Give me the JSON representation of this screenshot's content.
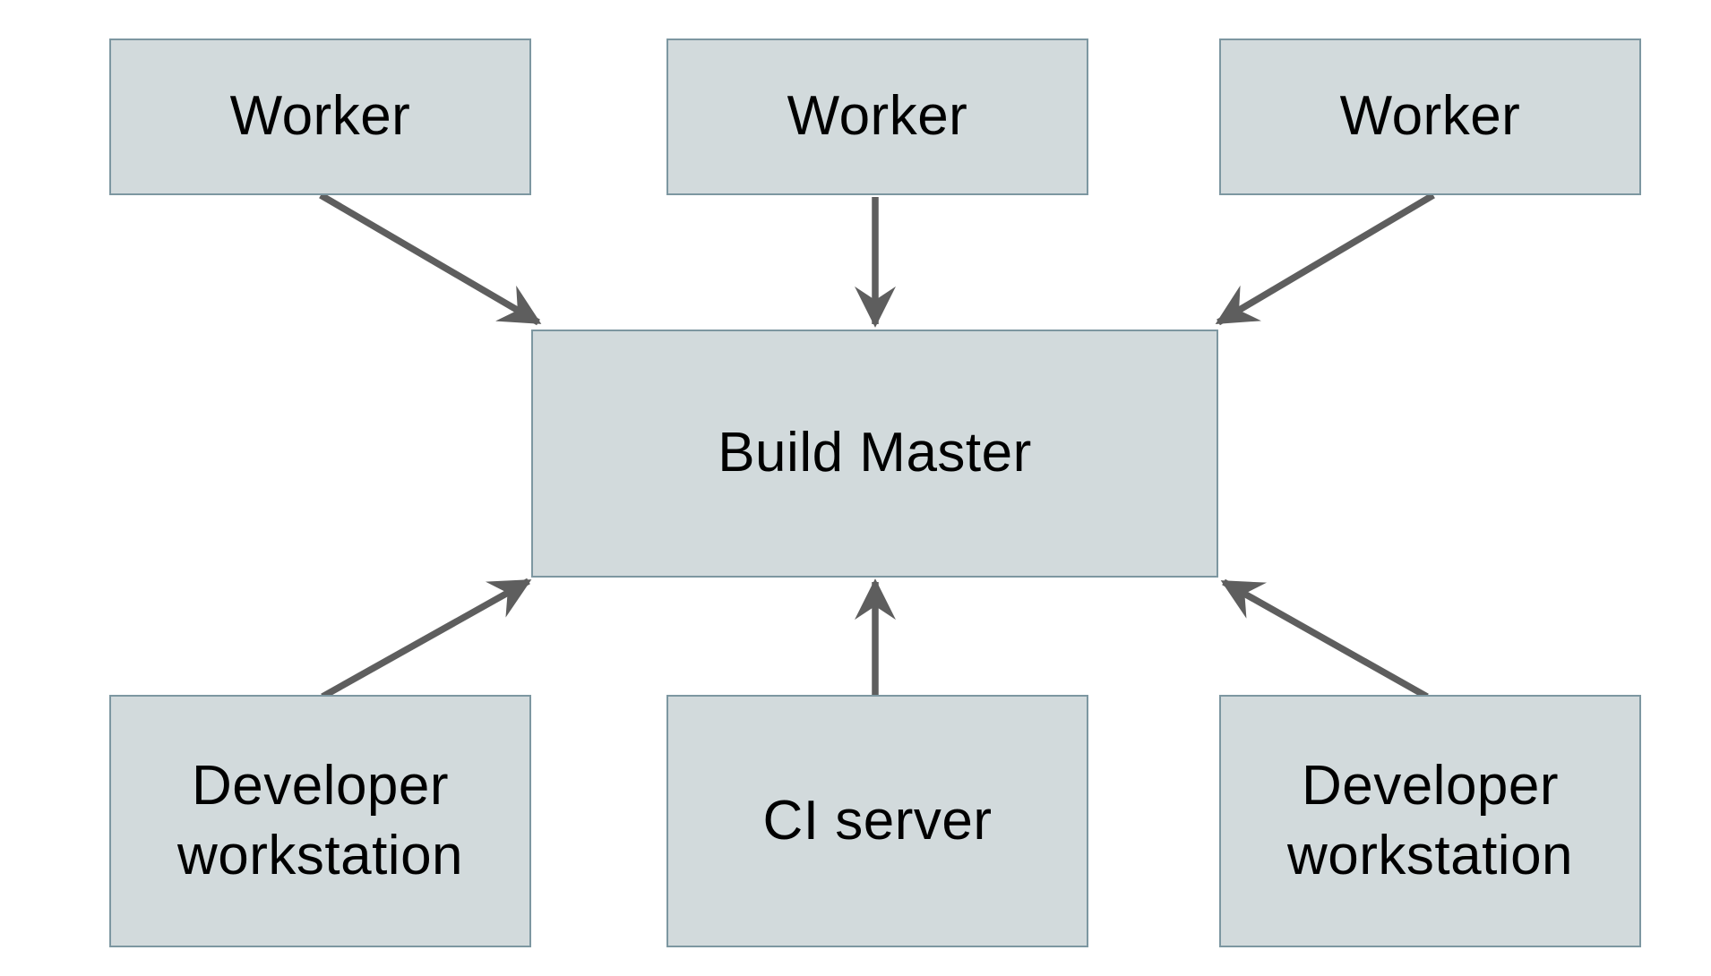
{
  "diagram": {
    "type": "architecture-diagram",
    "nodes": [
      {
        "id": "worker-1",
        "label": "Worker"
      },
      {
        "id": "worker-2",
        "label": "Worker"
      },
      {
        "id": "worker-3",
        "label": "Worker"
      },
      {
        "id": "build-master",
        "label": "Build Master"
      },
      {
        "id": "developer-workstation-1",
        "label": "Developer workstation"
      },
      {
        "id": "ci-server",
        "label": "CI server"
      },
      {
        "id": "developer-workstation-2",
        "label": "Developer workstation"
      }
    ],
    "edges": [
      {
        "from": "worker-1",
        "to": "build-master",
        "direction": "diagonal-down-right"
      },
      {
        "from": "worker-2",
        "to": "build-master",
        "direction": "straight-down"
      },
      {
        "from": "worker-3",
        "to": "build-master",
        "direction": "diagonal-down-left"
      },
      {
        "from": "developer-workstation-1",
        "to": "build-master",
        "direction": "diagonal-up-right"
      },
      {
        "from": "ci-server",
        "to": "build-master",
        "direction": "straight-up"
      },
      {
        "from": "developer-workstation-2",
        "to": "build-master",
        "direction": "diagonal-up-left"
      }
    ],
    "colors": {
      "node_fill": "#d2dadc",
      "node_border": "#7d97a1",
      "arrow": "#5e5e5e",
      "text": "#000000",
      "background": "#ffffff"
    }
  }
}
